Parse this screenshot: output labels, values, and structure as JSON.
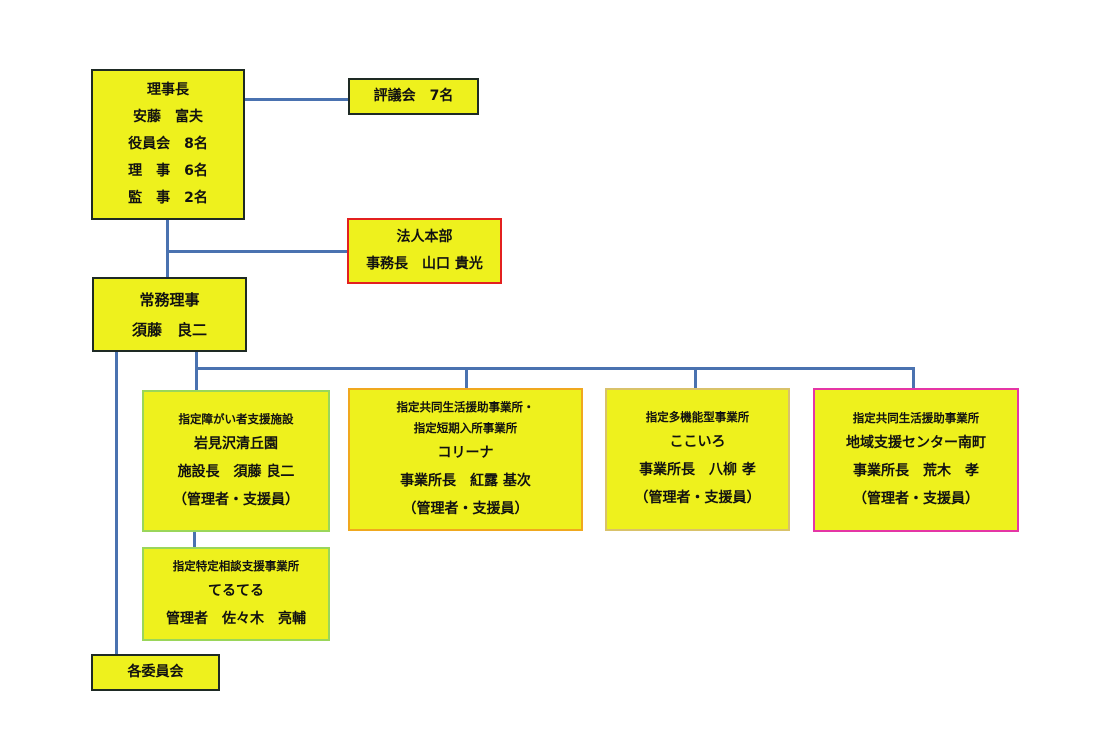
{
  "chairman": {
    "lines": [
      "理事長",
      "安藤　富夫",
      "役員会　8名",
      "理　事　6名",
      "監　事　2名"
    ]
  },
  "council": {
    "label": "評議会　7名"
  },
  "headquarters": {
    "lines": [
      "法人本部",
      "事務長　山口 貴光"
    ]
  },
  "executive_director": {
    "lines": [
      "常務理事",
      "須藤　良二"
    ]
  },
  "facilities": [
    {
      "lines": [
        "指定障がい者支援施設",
        "岩見沢清丘園",
        "施設長　須藤 良二",
        "（管理者・支援員）"
      ],
      "border_color": "#9ad65a"
    },
    {
      "lines": [
        "指定共同生活援助事業所・",
        "指定短期入所事業所",
        "コリーナ",
        "事業所長　紅露 基次",
        "（管理者・支援員）"
      ],
      "border_color": "#f0a81e"
    },
    {
      "lines": [
        "指定多機能型事業所",
        "ここいろ",
        "事業所長　八柳 孝",
        "（管理者・支援員）"
      ],
      "border_color": "#d9c26a"
    },
    {
      "lines": [
        "指定共同生活援助事業所",
        "地域支援センター南町",
        "事業所長　荒木　孝",
        "（管理者・支援員）"
      ],
      "border_color": "#e535a5"
    }
  ],
  "consultation": {
    "lines": [
      "指定特定相談支援事業所",
      "てるてる",
      "管理者　佐々木　亮輔"
    ],
    "border_color": "#9ad65a"
  },
  "committees": {
    "label": "各委員会"
  },
  "colors": {
    "box_fill": "#eef11d",
    "connector": "#4a72b0",
    "dark_border": "#1e2a24",
    "red_border": "#e3201f"
  }
}
